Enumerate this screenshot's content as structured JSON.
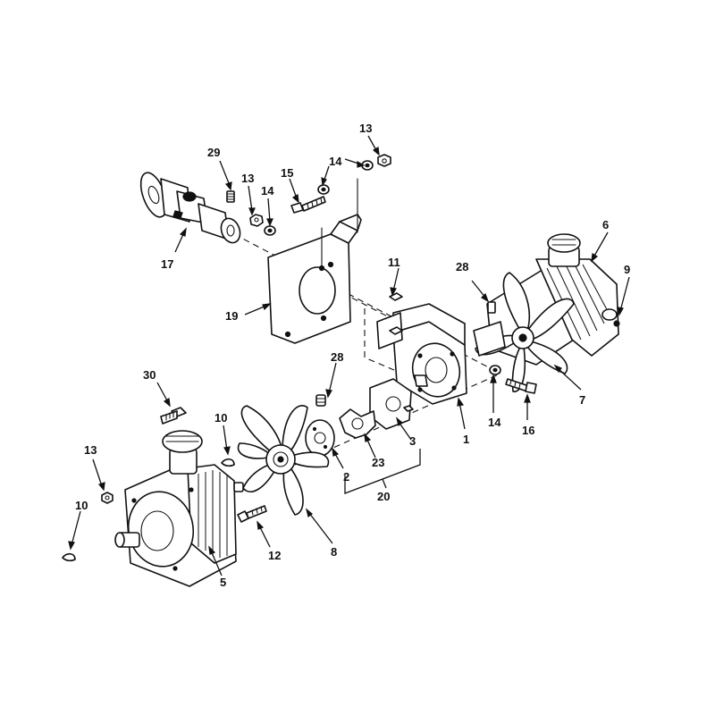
{
  "diagram": {
    "callouts": [
      {
        "id": "c1",
        "text": "1"
      },
      {
        "id": "c2",
        "text": "2"
      },
      {
        "id": "c3",
        "text": "3"
      },
      {
        "id": "c5",
        "text": "5"
      },
      {
        "id": "c6",
        "text": "6"
      },
      {
        "id": "c7",
        "text": "7"
      },
      {
        "id": "c8",
        "text": "8"
      },
      {
        "id": "c9",
        "text": "9"
      },
      {
        "id": "c10a",
        "text": "10"
      },
      {
        "id": "c10b",
        "text": "10"
      },
      {
        "id": "c11",
        "text": "11"
      },
      {
        "id": "c12",
        "text": "12"
      },
      {
        "id": "c13a",
        "text": "13"
      },
      {
        "id": "c13b",
        "text": "13"
      },
      {
        "id": "c13c",
        "text": "13"
      },
      {
        "id": "c14a",
        "text": "14"
      },
      {
        "id": "c14b",
        "text": "14"
      },
      {
        "id": "c14c",
        "text": "14"
      },
      {
        "id": "c15",
        "text": "15"
      },
      {
        "id": "c16",
        "text": "16"
      },
      {
        "id": "c17",
        "text": "17"
      },
      {
        "id": "c19",
        "text": "19"
      },
      {
        "id": "c20",
        "text": "20"
      },
      {
        "id": "c23",
        "text": "23"
      },
      {
        "id": "c28a",
        "text": "28"
      },
      {
        "id": "c28b",
        "text": "28"
      },
      {
        "id": "c29",
        "text": "29"
      },
      {
        "id": "c30",
        "text": "30"
      }
    ]
  }
}
